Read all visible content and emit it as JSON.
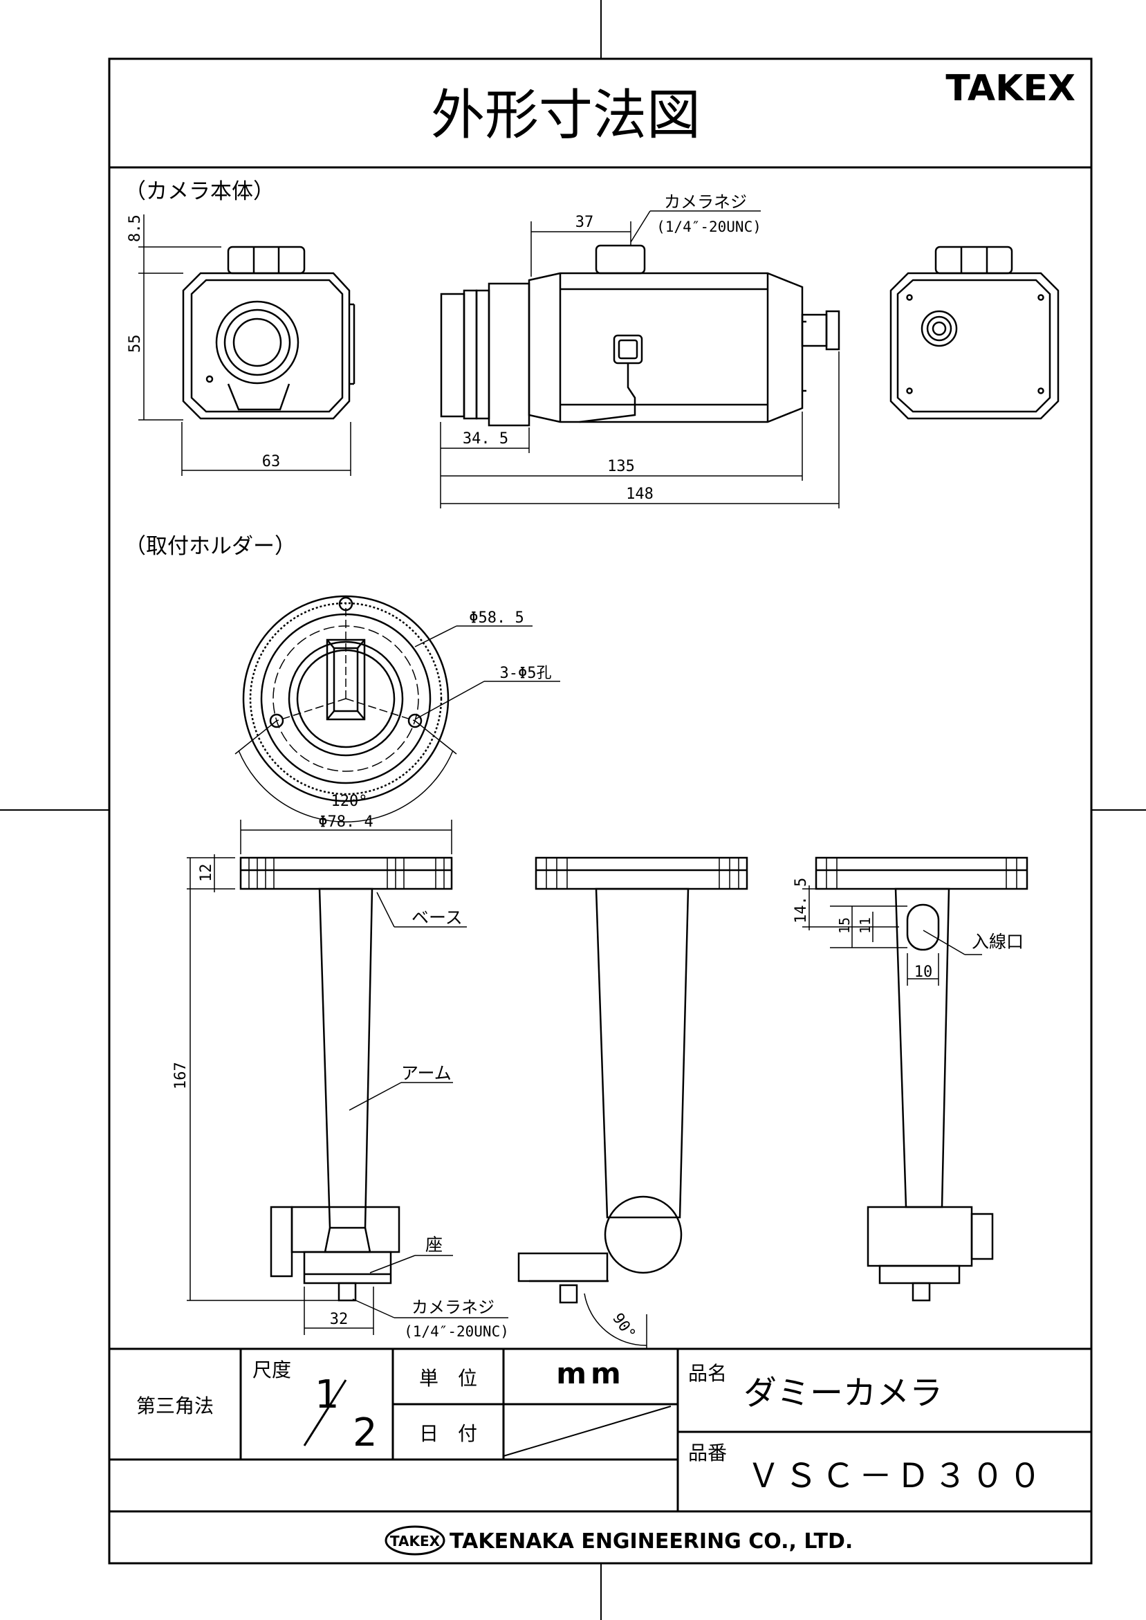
{
  "drawing": {
    "title": "外形寸法図",
    "brand": "TAKEX"
  },
  "sections": {
    "camera": "（カメラ本体）",
    "holder": "（取付ホルダー）"
  },
  "camera_dims": {
    "d_8_5": "8.5",
    "d_55": "55",
    "d_63": "63",
    "d_37": "37",
    "screw_label": "カメラネジ",
    "screw_spec": "(1/4″-20UNC)",
    "d_34_5": "34. 5",
    "d_135": "135",
    "d_148": "148"
  },
  "holder_dims": {
    "phi_58_5": "Φ58. 5",
    "holes": "3-Φ5孔",
    "angle_120": "120°",
    "phi_78_4": "Φ78. 4",
    "d_12": "12",
    "base": "ベース",
    "d_167": "167",
    "arm": "アーム",
    "seat": "座",
    "screw_label": "カメラネジ",
    "screw_spec": "(1/4″-20UNC)",
    "d_32": "32",
    "angle_90": "90°",
    "d_14_5": "14. 5",
    "d_15": "15",
    "d_11": "11",
    "inlet": "入線口",
    "d_10": "10"
  },
  "title_block": {
    "projection": "第三角法",
    "scale_label": "尺度",
    "scale_num": "1",
    "scale_den": "2",
    "unit_label": "単　位",
    "unit_value": "mm",
    "date_label": "日　付",
    "name_label": "品名",
    "name_value": "ダミーカメラ",
    "number_label": "品番",
    "number_value": "ＶＳＣ－Ｄ３００",
    "company_logo": "TAKEX",
    "company": "TAKENAKA ENGINEERING CO., LTD."
  }
}
